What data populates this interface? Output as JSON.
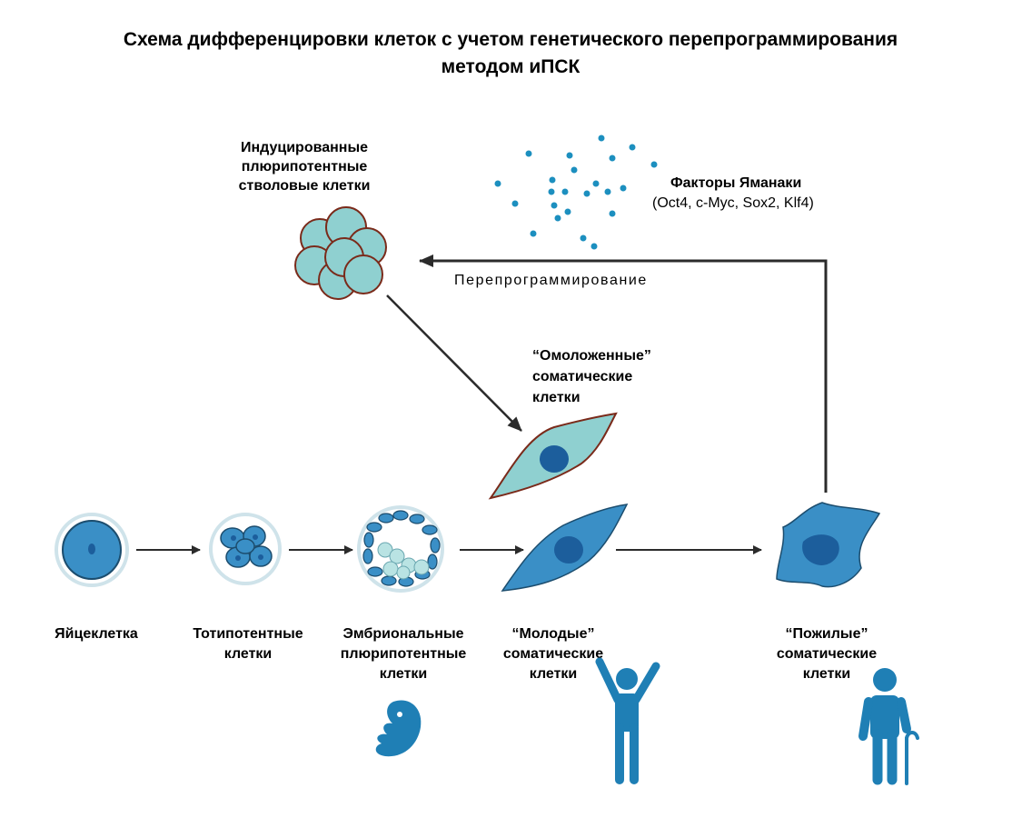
{
  "title": {
    "line1": "Схема дифференцировки клеток с учетом генетического перепрограммирования",
    "line2": "методом иПСК"
  },
  "ipsc": {
    "line1": "Индуцированные",
    "line2": "плюрипотентные",
    "line3": "стволовые клетки"
  },
  "factors": {
    "line1": "Факторы Яманаки",
    "line2": "(Oct4, c-Myc, Sox2, Klf4)"
  },
  "reprogramming_label": "Перепрограммирование",
  "rejuvenated": {
    "line1": "“Омоложенные”",
    "line2": "соматические",
    "line3": "клетки"
  },
  "stages": {
    "egg": "Яйцеклетка",
    "totipotent": {
      "line1": "Тотипотентные",
      "line2": "клетки"
    },
    "embryonic": {
      "line1": "Эмбриональные",
      "line2": "плюрипотентные",
      "line3": "клетки"
    },
    "young": {
      "line1": "“Молодые”",
      "line2": "соматические",
      "line3": "клетки"
    },
    "old": {
      "line1": "“Пожилые”",
      "line2": "соматические",
      "line3": "клетки"
    }
  },
  "colors": {
    "cyan_fill": "#8fd0d0",
    "cyan_dark": "#2b8fa3",
    "cell_blue": "#3a8fc6",
    "nucleus_blue": "#1c5e9c",
    "outline_brown": "#7a2a1a",
    "person_blue": "#1f7fb5",
    "dot_blue": "#1c8fbf",
    "arrow": "#2b2b2b"
  }
}
